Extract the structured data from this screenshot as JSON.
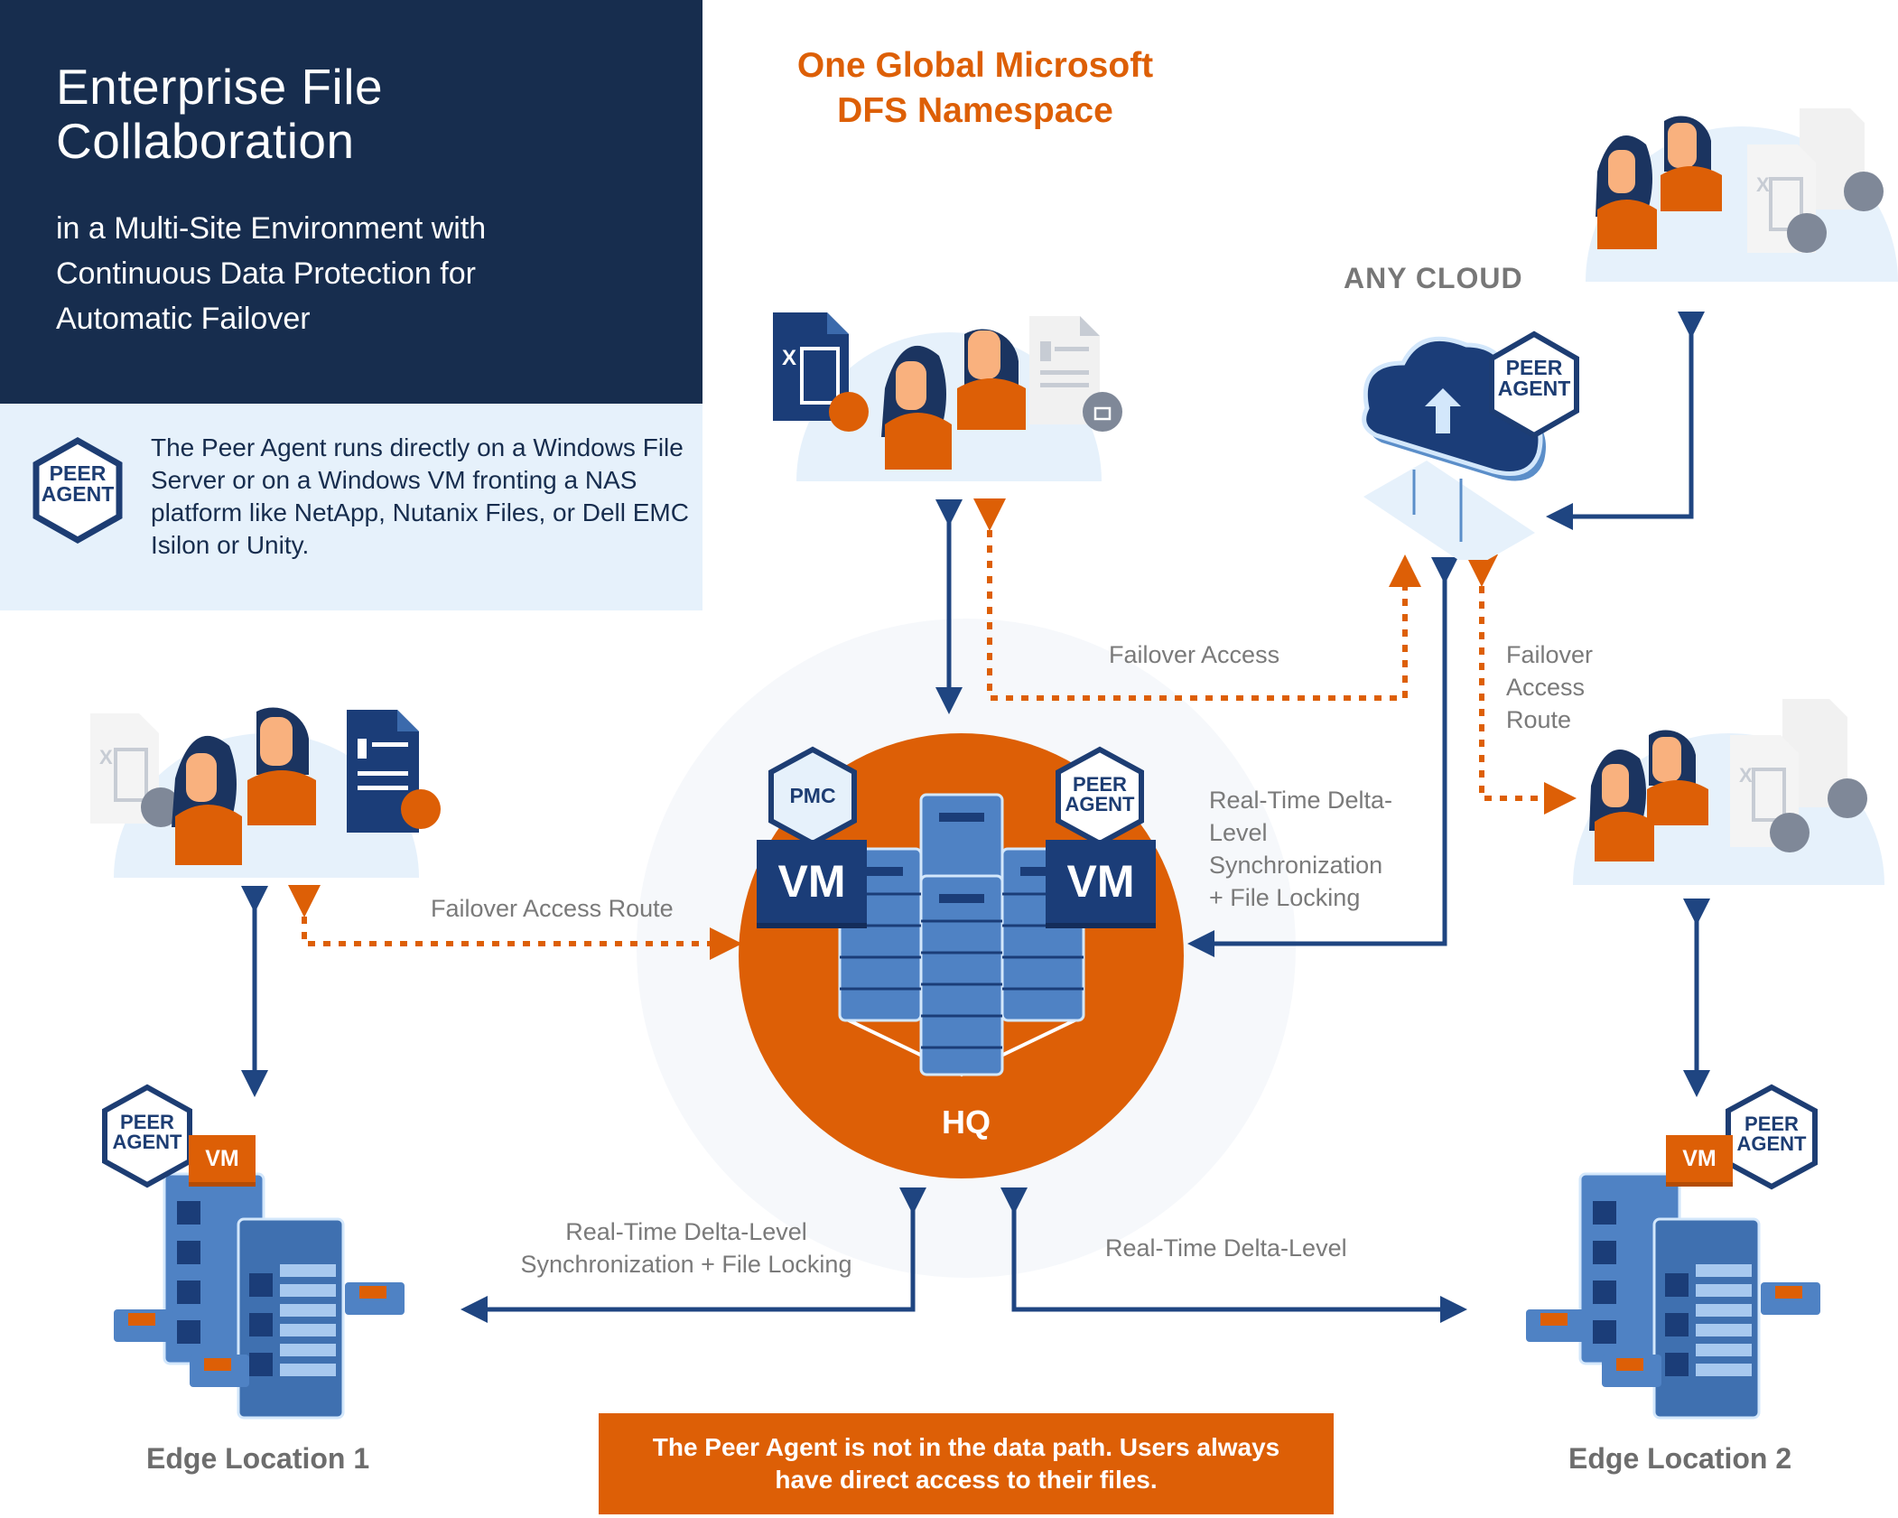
{
  "header": {
    "title": "Enterprise File Collaboration",
    "title_line1": "Enterprise File",
    "title_line2": "Collaboration",
    "subtitle_line1": "in a Multi-Site Environment with",
    "subtitle_line2": "Continuous Data Protection for",
    "subtitle_line3": "Automatic Failover"
  },
  "info": {
    "badge": {
      "line1": "PEER",
      "line2": "AGENT"
    },
    "text": "The Peer Agent runs directly on a Windows File Server or on a Windows VM fronting a NAS platform like NetApp, Nutanix Files, or Dell EMC Isilon or Unity."
  },
  "namespace": {
    "line1": "One Global Microsoft",
    "line2": "DFS Namespace"
  },
  "cloud": {
    "title": "ANY CLOUD",
    "badge": {
      "line1": "PEER",
      "line2": "AGENT"
    },
    "icon": "cloud-upload-icon"
  },
  "hq": {
    "label": "HQ",
    "pmc_badge": "PMC",
    "peer_badge": {
      "line1": "PEER",
      "line2": "AGENT"
    },
    "vm_left": "VM",
    "vm_right": "VM"
  },
  "edge1": {
    "label": "Edge Location 1",
    "vm": "VM",
    "badge": {
      "line1": "PEER",
      "line2": "AGENT"
    }
  },
  "edge2": {
    "label": "Edge Location 2",
    "vm": "VM",
    "badge": {
      "line1": "PEER",
      "line2": "AGENT"
    }
  },
  "labels": {
    "failover_access": "Failover Access",
    "failover_access_route_left": "Failover Access Route",
    "failover_access_route_right": [
      "Failover",
      "Access",
      "Route"
    ],
    "sync_right": [
      "Real-Time Delta-",
      "Level",
      "Synchronization",
      "+ File Locking"
    ],
    "sync_bottom_left": [
      "Real-Time Delta-Level",
      "Synchronization + File Locking"
    ],
    "sync_bottom_right": "Real-Time Delta-Level"
  },
  "note": "The Peer Agent is not in the data path. Users always have direct access to their files.",
  "colors": {
    "navy": "#172d4e",
    "accent_orange": "#dd5f06",
    "arrow_blue": "#1f4581",
    "light_blue_bg": "#e6f1fb",
    "label_gray": "#7a7a7a"
  },
  "user_groups": [
    {
      "name": "top-center",
      "files": [
        "spreadsheet-edit",
        "document-locked"
      ]
    },
    {
      "name": "top-right",
      "files": [
        "spreadsheet-locked",
        "document-locked"
      ]
    },
    {
      "name": "left",
      "files": [
        "spreadsheet-locked",
        "document-edit"
      ]
    },
    {
      "name": "right",
      "files": [
        "spreadsheet-locked",
        "document-locked"
      ]
    }
  ]
}
